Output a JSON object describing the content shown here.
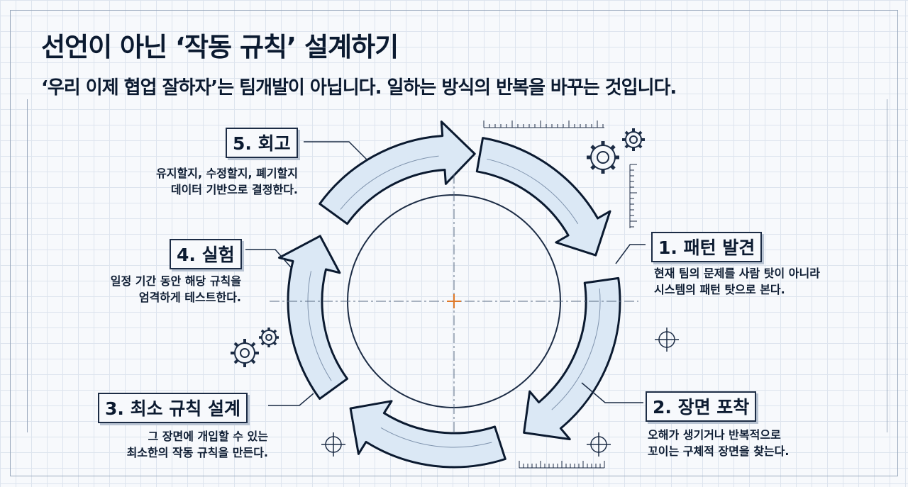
{
  "title": "선언이 아닌 ‘작동 규칙’ 설계하기",
  "subtitle": "‘우리 이제 협업 잘하자’는 팀개발이 아닙니다. 일하는 방식의 반복을 바꾸는 것입니다.",
  "steps": [
    {
      "label": "1. 패턴 발견",
      "line1": "현재 팀의 문제를 사람 탓이 아니라",
      "line2": "시스템의 패턴 탓으로 본다."
    },
    {
      "label": "2. 장면 포착",
      "line1": "오해가 생기거나 반복적으로",
      "line2": "꼬이는 구체적 장면을 찾는다."
    },
    {
      "label": "3. 최소 규칙 설계",
      "line1": "그 장면에 개입할 수 있는",
      "line2": "최소한의 작동 규칙을 만든다."
    },
    {
      "label": "4. 실험",
      "line1": "일정 기간 동안 해당 규칙을",
      "line2": "엄격하게 테스트한다."
    },
    {
      "label": "5. 회고",
      "line1": "유지할지, 수정할지, 폐기할지",
      "line2": "데이터 기반으로 결정한다."
    }
  ],
  "colors": {
    "ink": "#0b1a30",
    "arrow_fill": "#dbe8f5",
    "center_mark": "#e07a2a"
  }
}
